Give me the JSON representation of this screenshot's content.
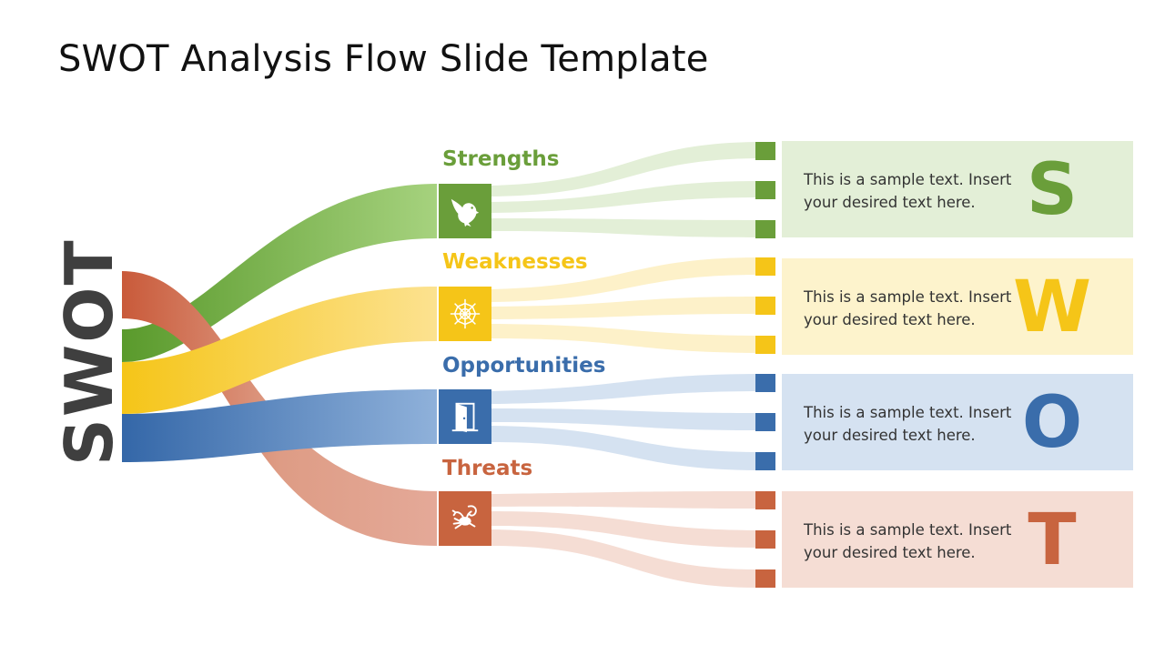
{
  "slide": {
    "title": "SWOT Analysis Flow Slide Template",
    "center_word": "SWOT"
  },
  "colors": {
    "strengths": "#6a9e3a",
    "weaknesses": "#f5c518",
    "opportunities": "#3a6dab",
    "threats": "#c8643f"
  },
  "categories": [
    {
      "key": "strengths",
      "label": "Strengths",
      "icon": "eagle-icon",
      "letter": "S",
      "text": "This is a sample text. Insert your desired text here."
    },
    {
      "key": "weaknesses",
      "label": "Weaknesses",
      "icon": "spider-web-icon",
      "letter": "W",
      "text": "This is a sample text. Insert your desired text here."
    },
    {
      "key": "opportunities",
      "label": "Opportunities",
      "icon": "open-door-icon",
      "letter": "O",
      "text": "This is a sample text. Insert your desired text here."
    },
    {
      "key": "threats",
      "label": "Threats",
      "icon": "scorpion-icon",
      "letter": "T",
      "text": "This is a sample text. Insert your desired text here."
    }
  ]
}
